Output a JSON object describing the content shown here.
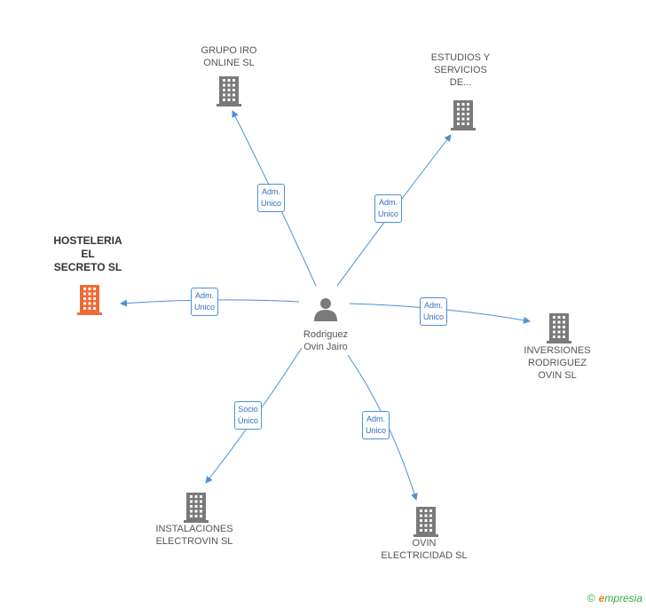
{
  "colors": {
    "edge": "#4a90d9",
    "company": "#7a7a7a",
    "focus_company": "#f06a35",
    "person": "#7a7a7a"
  },
  "person": {
    "label": "Rodriguez\nOvin Jairo",
    "icon": "person-icon"
  },
  "companies": [
    {
      "id": "grupo-iro",
      "label": "GRUPO IRO\nONLINE  SL",
      "icon": "building-icon",
      "focus": false,
      "relation": "Adm.\nUnico"
    },
    {
      "id": "estudios",
      "label": "ESTUDIOS Y\nSERVICIOS\nDE...",
      "icon": "building-icon",
      "focus": false,
      "relation": "Adm.\nUnico"
    },
    {
      "id": "hosteleria",
      "label": "HOSTELERIA\nEL\nSECRETO SL",
      "icon": "building-icon",
      "focus": true,
      "relation": "Adm.\nUnico"
    },
    {
      "id": "inversiones",
      "label": "INVERSIONES\nRODRIGUEZ\nOVIN SL",
      "icon": "building-icon",
      "focus": false,
      "relation": "Adm.\nUnico"
    },
    {
      "id": "instalaciones",
      "label": "INSTALACIONES\nELECTROVIN SL",
      "icon": "building-icon",
      "focus": false,
      "relation": "Socio\nÚnico"
    },
    {
      "id": "ovin",
      "label": "OVIN\nELECTRICIDAD SL",
      "icon": "building-icon",
      "focus": false,
      "relation": "Adm.\nUnico"
    }
  ],
  "brand": {
    "copyright": "©",
    "name": "mpresia",
    "initial": "e"
  }
}
